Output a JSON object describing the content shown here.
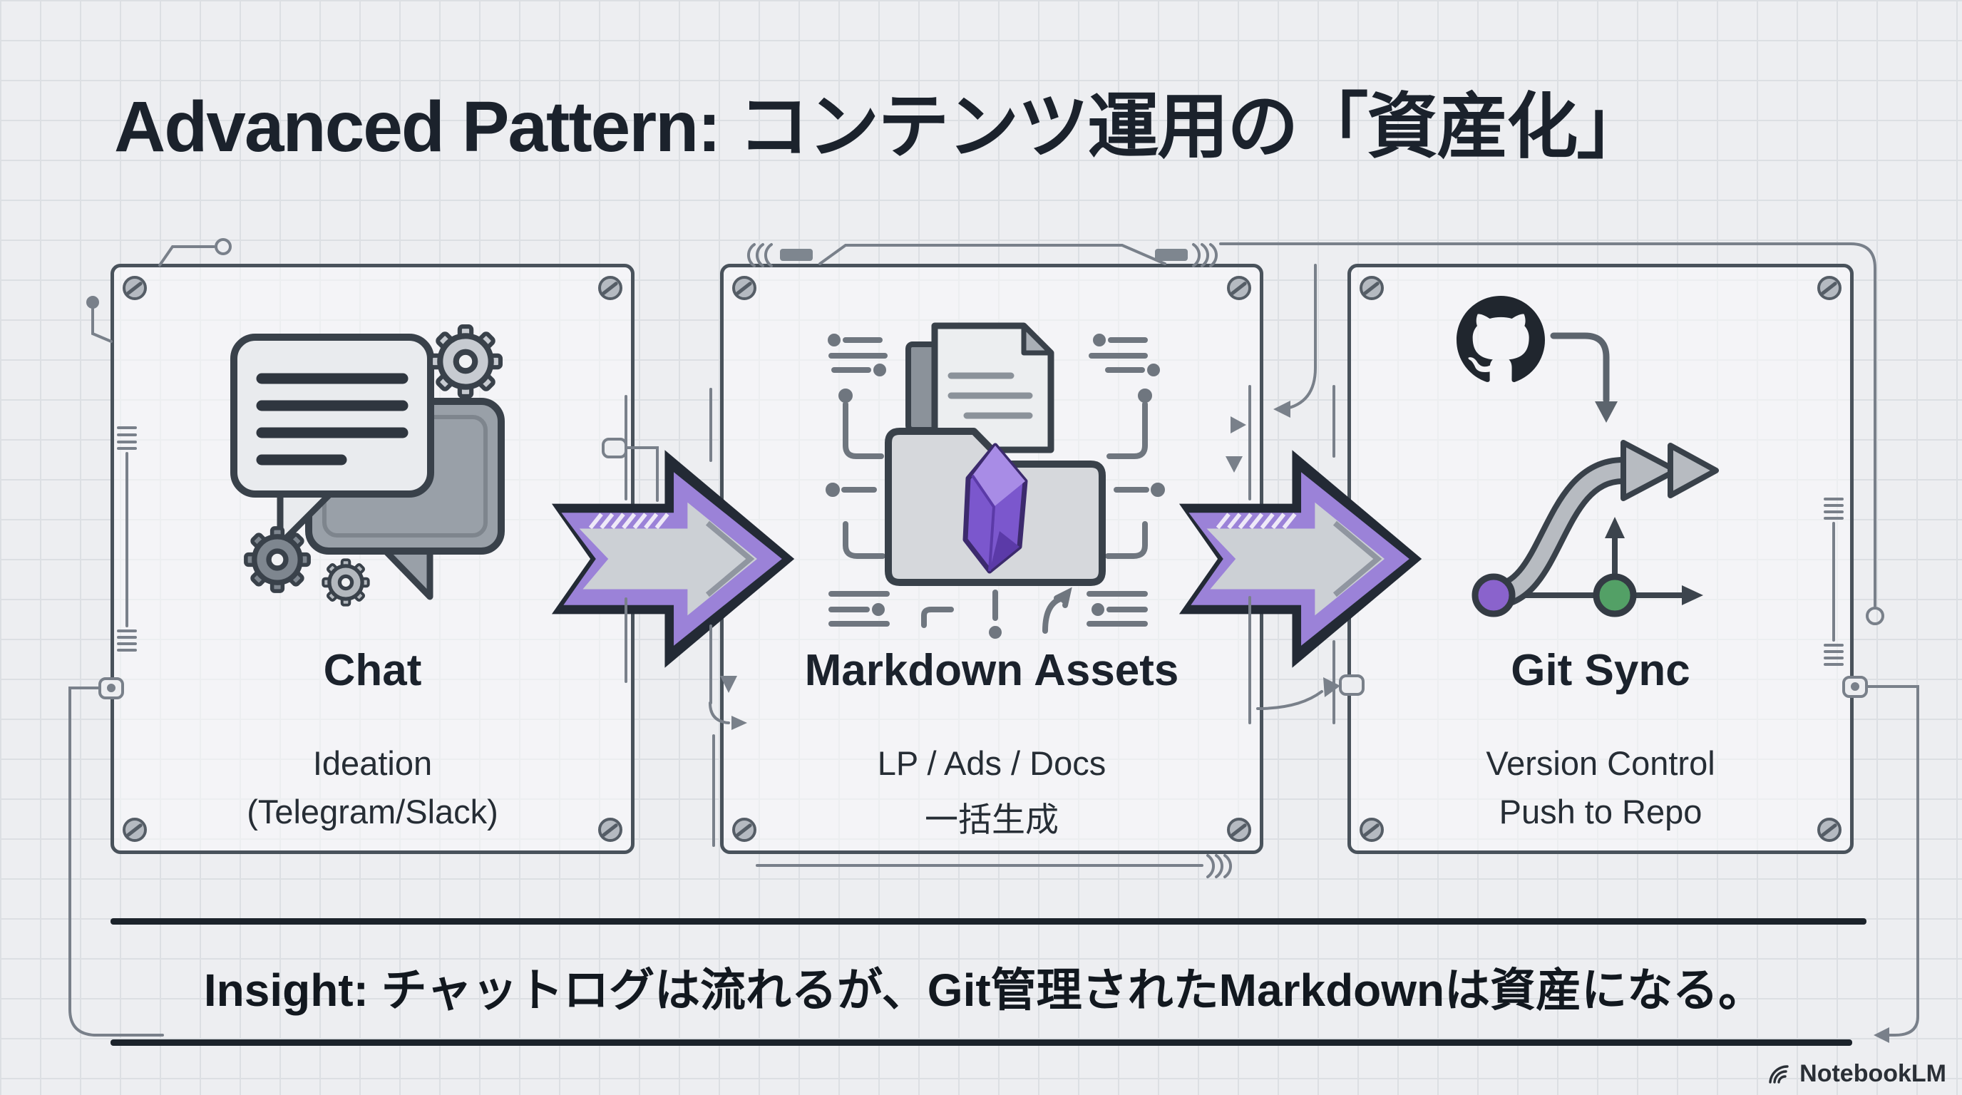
{
  "title": "Advanced Pattern: コンテンツ運用の「資産化」",
  "panels": [
    {
      "title": "Chat",
      "subtitle1": "Ideation",
      "subtitle2": "(Telegram/Slack)"
    },
    {
      "title": "Markdown Assets",
      "subtitle1": "LP / Ads / Docs",
      "subtitle2": "一括生成"
    },
    {
      "title": "Git Sync",
      "subtitle1": "Version Control",
      "subtitle2": "Push to Repo"
    }
  ],
  "insight": "Insight: チャットログは流れるが、Git管理されたMarkdownは資産になる。",
  "footer": {
    "brand": "NotebookLM"
  },
  "icons": [
    "chat-bubbles-icon",
    "gear-icon",
    "folder-icon",
    "document-icon",
    "obsidian-crystal-icon",
    "github-icon",
    "git-branch-icon",
    "flow-arrow-icon",
    "screw-icon",
    "notebooklm-logo-icon"
  ],
  "colors": {
    "background": "#edeef1",
    "grid_line": "#dcdfe3",
    "ink": "#1d242e",
    "panel_border": "#49525b",
    "circuit_gray": "#79808a",
    "arrow_purple": "#9b82d8",
    "arrow_inner_gray": "#ccd0d5",
    "outline_dark": "#232a35",
    "crystal_purple": "#7b57cd",
    "git_node_purple": "#8a63cc",
    "git_node_green": "#53a066"
  }
}
